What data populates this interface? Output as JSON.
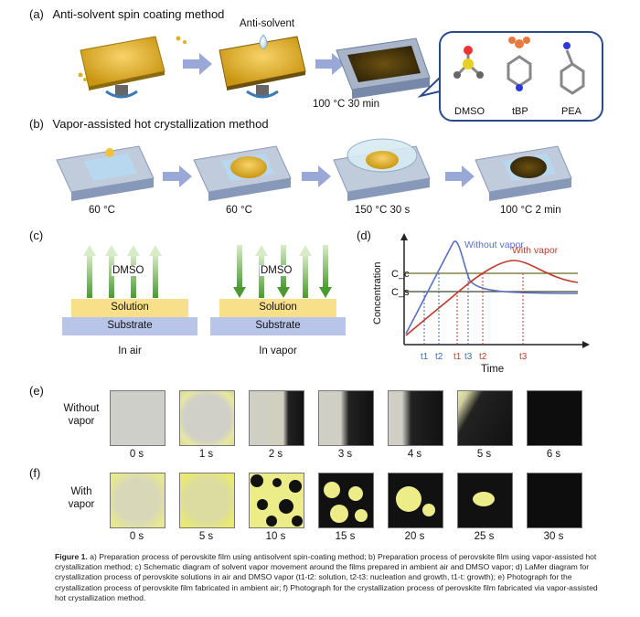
{
  "panel_a": {
    "label": "(a)",
    "title": "Anti-solvent spin coating method",
    "antisolvent": "Anti-solvent",
    "condition": "100 °C 30 min"
  },
  "molecules": {
    "m1": "DMSO",
    "m2": "tBP",
    "m3": "PEA"
  },
  "panel_b": {
    "label": "(b)",
    "title": "Vapor-assisted hot crystallization method",
    "steps": [
      "60 °C",
      "60 °C",
      "150 °C 30 s",
      "100 °C 2 min"
    ]
  },
  "panel_c": {
    "label": "(c)",
    "dmso": "DMSO",
    "solution": "Solution",
    "substrate": "Substrate",
    "in_air": "In air",
    "in_vapor": "In vapor"
  },
  "chart_data": {
    "type": "line",
    "panel_label": "(d)",
    "xlabel": "Time",
    "ylabel": "Concentration",
    "series": [
      {
        "name": "Without vapor",
        "color": "#5a6fc4"
      },
      {
        "name": "With vapor",
        "color": "#c0392b"
      }
    ],
    "thresholds": [
      {
        "label": "C_c",
        "color": "#6a6a20"
      },
      {
        "label": "C_s",
        "color": "#3a4a2a"
      }
    ],
    "x_ticks": [
      {
        "label": "t1",
        "color": "#3a6ab5"
      },
      {
        "label": "t2",
        "color": "#3a6ab5"
      },
      {
        "label": "t1",
        "color": "#c0392b"
      },
      {
        "label": "t3",
        "color": "#3a6ab5"
      },
      {
        "label": "t2",
        "color": "#c0392b"
      },
      {
        "label": "t3",
        "color": "#c0392b"
      }
    ]
  },
  "panel_e": {
    "label": "(e)",
    "row_label_1": "Without",
    "row_label_2": "vapor",
    "times": [
      "0 s",
      "1 s",
      "2 s",
      "3 s",
      "4 s",
      "5 s",
      "6 s"
    ]
  },
  "panel_f": {
    "label": "(f)",
    "row_label_1": "With",
    "row_label_2": "vapor",
    "times": [
      "0 s",
      "5 s",
      "10 s",
      "15 s",
      "20 s",
      "25 s",
      "30 s"
    ]
  },
  "caption": {
    "fig": "Figure 1.",
    "text": "a) Preparation process of perovskite film using antisolvent spin-coating method; b) Preparation process of perovskite film using vapor-assisted hot crystallization method; c) Schematic diagram of solvent vapor movement around the films prepared in ambient air and DMSO vapor; d) LaMer diagram for crystallization process of perovskite solutions in air and DMSO vapor (t1-t2: solution, t2-t3: nucleation and growth, t1-t: growth); e) Photograph for the crystallization process of perovskite film fabricated in ambient air; f) Photograph for the crystallization process of perovskite film fabricated via vapor-assisted hot crystallization method."
  }
}
